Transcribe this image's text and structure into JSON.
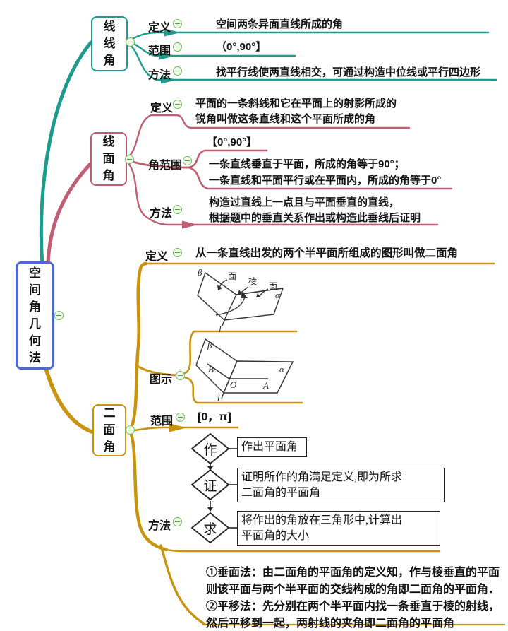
{
  "colors": {
    "branch_line_line": "#1d9c8d",
    "branch_line_plane": "#bf5d73",
    "branch_dihedral": "#c8940f",
    "root_border": "#4f68d4",
    "collapse_icon_green": "#6cbf5a"
  },
  "nodes": {
    "root": "空间角几何法",
    "b1": {
      "title": "线线角",
      "rows": {
        "r1": {
          "label": "定义",
          "text": "空间两条异面直线所成的角"
        },
        "r2": {
          "label": "范围",
          "text": "（0°,90°】"
        },
        "r3": {
          "label": "方法",
          "text": "找平行线使两直线相交，可通过构造中位线或平行四边形"
        }
      }
    },
    "b2": {
      "title": "线面角",
      "rows": {
        "r1": {
          "label": "定义",
          "line1": "平面的一条斜线和它在平面上的射影所成的",
          "line2": "锐角叫做这条直线和这个平面所成的角"
        },
        "r2": {
          "label": "角范围",
          "sub1": "【0°,90°】",
          "sub2_line1": "一条直线垂直于平面，所成的角等于90°；",
          "sub2_line2": "一条直线和平面平行或在平面内，所成的角等于0°"
        },
        "r3": {
          "label": "方法",
          "line1": "构造过直线上一点且与平面垂直的直线，",
          "line2": "根据题中的垂直关系作出或构造此垂线后证明"
        }
      }
    },
    "b3": {
      "title": "二面角",
      "rows": {
        "r1": {
          "label": "定义",
          "text": "从一条直线出发的两个半平面所组成的图形叫做二面角"
        },
        "r2": {
          "label": "图示",
          "d1": {
            "beta": "β",
            "alpha": "α",
            "mian_left": "面",
            "edge": "棱",
            "mian_right": "面",
            "l": "l"
          },
          "d2": {
            "beta": "β",
            "alpha": "α",
            "b": "B",
            "o": "O",
            "a": "A",
            "l": "l"
          }
        },
        "r3": {
          "label": "范围",
          "text": "[0，π]"
        },
        "r4": {
          "label": "方法",
          "flow": {
            "s1": {
              "step": "作",
              "desc": "作出平面角"
            },
            "s2": {
              "step": "证",
              "desc1": "证明所作的角满足定义,即为所求",
              "desc2": "二面角的平面角"
            },
            "s3": {
              "step": "求",
              "desc1": "将作出的角放在三角形中,计算出",
              "desc2": "平面角的大小"
            }
          },
          "notes": {
            "l1": "①垂面法：由二面角的平面角的定义知，作与棱垂直的平面",
            "l2": "则该平面与两个半平面的交线构成的角即二面角的平面角．",
            "l3": "②平移法：先分别在两个半平面内找一条垂直于棱的射线，",
            "l4": "然后平移到一起，两射线的夹角即二面角的平面角"
          }
        }
      }
    }
  }
}
